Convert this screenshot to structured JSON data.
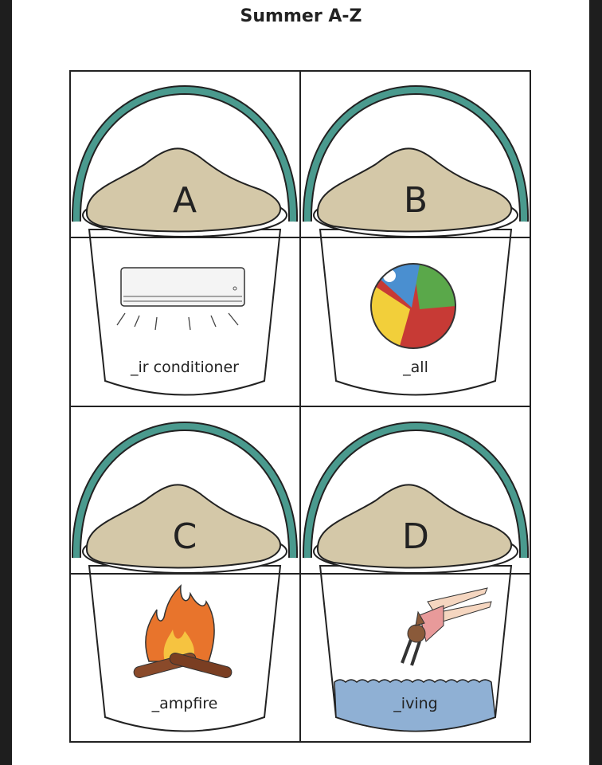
{
  "title": "Summer A-Z",
  "colors": {
    "handle": "#4a9a8e",
    "sand": "#d4c8a8",
    "water": "#8fb0d4"
  },
  "cards": [
    {
      "letter": "A",
      "word": "_ir conditioner",
      "icon": "air-conditioner-icon"
    },
    {
      "letter": "B",
      "word": "_all",
      "icon": "beach-ball-icon"
    },
    {
      "letter": "C",
      "word": "_ampfire",
      "icon": "campfire-icon"
    },
    {
      "letter": "D",
      "word": "_iving",
      "icon": "diver-icon"
    }
  ]
}
